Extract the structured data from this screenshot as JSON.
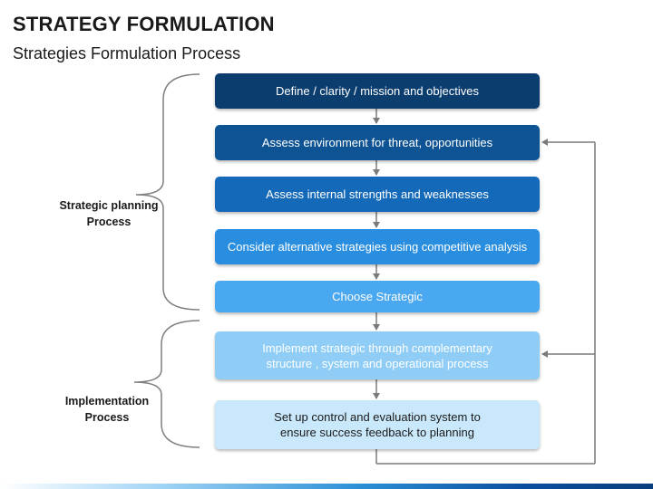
{
  "header": {
    "title": "STRATEGY FORMULATION",
    "subtitle": "Strategies Formulation Process"
  },
  "groups": {
    "strategic": "Strategic planning Process",
    "implementation": "Implementation Process"
  },
  "steps": [
    {
      "label": "Define / clarity / mission and objectives",
      "color": "#0b3d6e",
      "text_color": "#ffffff"
    },
    {
      "label": "Assess environment for threat, opportunities",
      "color": "#0e5494",
      "text_color": "#ffffff"
    },
    {
      "label": "Assess internal strengths and weaknesses",
      "color": "#1469b8",
      "text_color": "#ffffff"
    },
    {
      "label": "Consider alternative strategies using competitive analysis",
      "color": "#2a8ee0",
      "text_color": "#ffffff"
    },
    {
      "label": "Choose Strategic",
      "color": "#4aa8f0",
      "text_color": "#ffffff"
    },
    {
      "label": "Implement strategic through complementary structure , system and operational process",
      "color": "#8fcdf7",
      "text_color": "#ffffff"
    },
    {
      "label": "Set up control and evaluation system to ensure success feedback to planning",
      "color": "#c9e8fb",
      "text_color": "#1a1a1a"
    }
  ],
  "colors": {
    "connector": "#7a7a7a",
    "brace": "#7f7f7f"
  }
}
